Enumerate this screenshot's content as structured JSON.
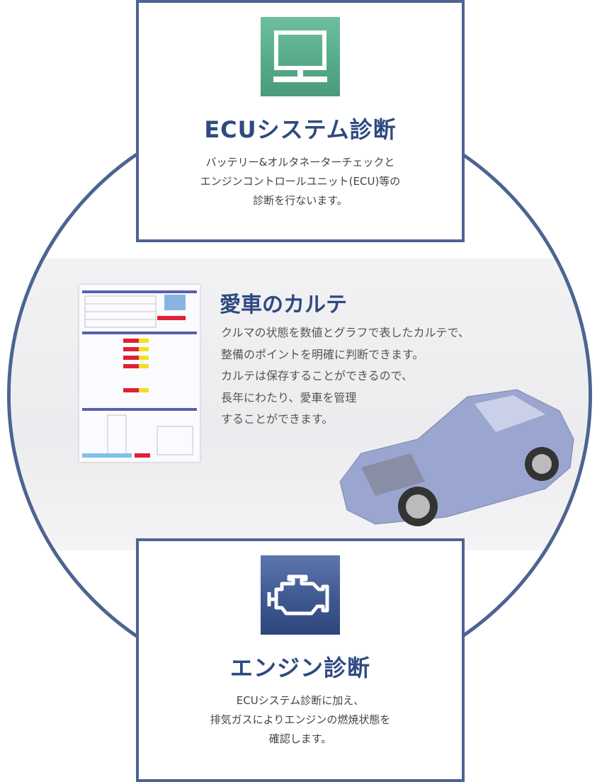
{
  "ecu": {
    "title": "ECUシステム診断",
    "lines": [
      "バッテリー&オルタネーターチェックと",
      "エンジンコントロールユニット(ECU)等の",
      "診断を行ないます。"
    ],
    "icon": "monitor-icon",
    "color": "#5bae8d"
  },
  "karte": {
    "title": "愛車のカルテ",
    "lines": [
      "クルマの状態を数値とグラフで表したカルテで、",
      "整備のポイントを明確に判断できます。",
      "カルテは保存することができるので、",
      "長年にわたり、愛車を管理",
      "することができます。"
    ]
  },
  "engine": {
    "title": "エンジン診断",
    "lines": [
      "ECUシステム診断に加え、",
      "排気ガスによりエンジンの燃焼状態を",
      "確認します。"
    ],
    "icon": "engine-warning-icon",
    "color": "#3f5990"
  },
  "accent": "#2f4a80"
}
